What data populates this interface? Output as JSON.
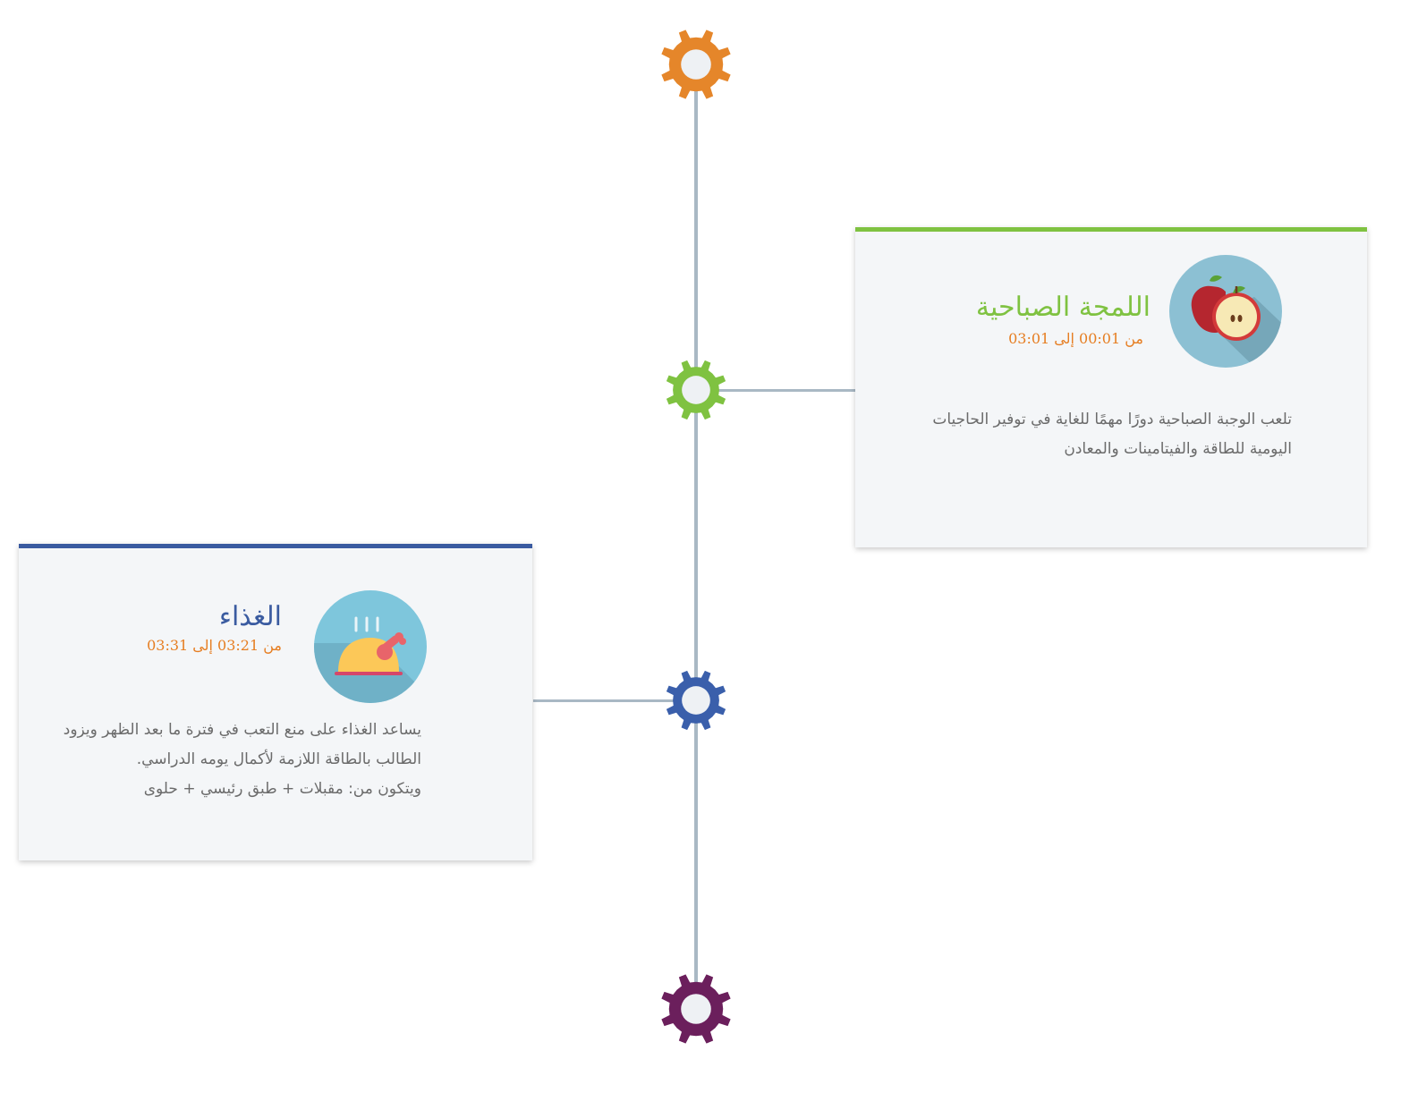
{
  "colors": {
    "axis": "#a9b8c4",
    "gear_top": "#e5862a",
    "gear_breakfast": "#7fc241",
    "gear_lunch": "#3a5fab",
    "gear_bottom": "#6b1f5c",
    "gear_center": "#eef1f4",
    "breakfast_accent": "#7fc241",
    "lunch_accent": "#3a5ba0",
    "time_text": "#e67e22"
  },
  "cards": {
    "breakfast": {
      "title": "اللمجة الصباحية",
      "time": "من 00:01 إلى 03:01",
      "icon": "apple-icon",
      "description": [
        "تلعب الوجبة الصباحية دورًا مهمًا للغاية في توفير الحاجيات",
        "اليومية للطاقة  والفيتامينات والمعادن"
      ]
    },
    "lunch": {
      "title": "الغذاء",
      "time": "من 03:21 إلى 03:31",
      "icon": "roast-chicken-icon",
      "description": [
        "يساعد الغذاء على منع التعب في فترة ما بعد الظهر ويزود",
        "الطالب بالطاقة اللازمة لأكمال يومه الدراسي.",
        "ويتكون من: مقبلات + طبق رئيسي + حلوى"
      ]
    }
  }
}
